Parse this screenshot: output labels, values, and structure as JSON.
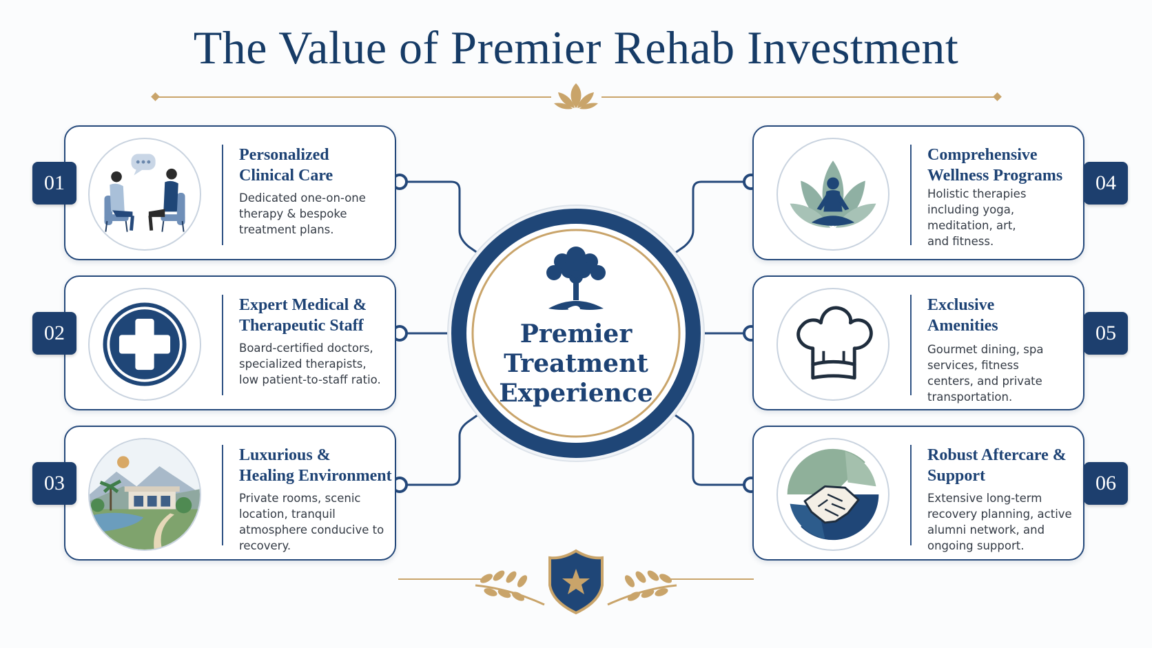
{
  "title": "The Value of Premier Rehab Investment",
  "center": {
    "line1": "Premier",
    "line2": "Treatment",
    "line3": "Experience"
  },
  "colors": {
    "navy": "#1d3f6e",
    "gold": "#c9a46a",
    "sage": "#7a9e8c",
    "outline": "#24487a"
  },
  "cards": [
    {
      "number": "01",
      "heading_l1": "Personalized",
      "heading_l2": "Clinical Care",
      "description": "Dedicated one-on-one therapy & bespoke treatment plans.",
      "icon": "counseling-session-icon"
    },
    {
      "number": "02",
      "heading_l1": "Expert Medical &",
      "heading_l2": "Therapeutic Staff",
      "description": "Board-certified doctors, specialized therapists, low patient-to-staff ratio.",
      "icon": "medical-cross-icon"
    },
    {
      "number": "03",
      "heading_l1": "Luxurious &",
      "heading_l2": "Healing Environment",
      "description": "Private rooms, scenic location, tranquil atmosphere conducive to recovery.",
      "icon": "villa-landscape-icon"
    },
    {
      "number": "04",
      "heading_l1": "Comprehensive",
      "heading_l2": "Wellness Programs",
      "description": "Holistic therapies including yoga, meditation, art, and fitness.",
      "icon": "meditation-lotus-icon"
    },
    {
      "number": "05",
      "heading_l1": "Exclusive",
      "heading_l2": "Amenities",
      "description": "Gourmet dining, spa services, fitness centers, and private transportation.",
      "icon": "chef-hat-icon"
    },
    {
      "number": "06",
      "heading_l1": "Robust Aftercare &",
      "heading_l2": "Support",
      "description": "Extensive long-term recovery planning, active alumni network, and ongoing support.",
      "icon": "handshake-icon"
    }
  ]
}
